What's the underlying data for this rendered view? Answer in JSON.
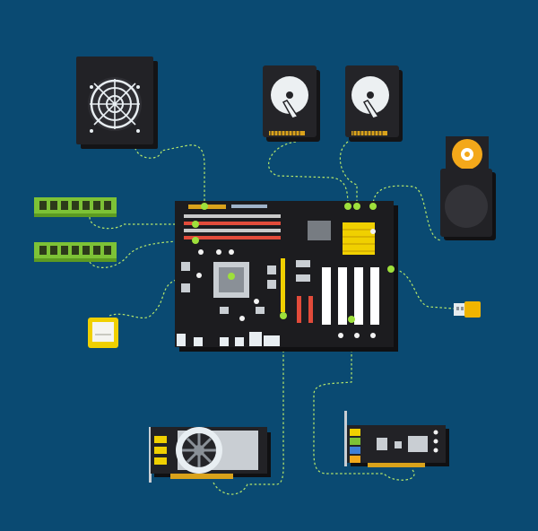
{
  "scene": {
    "background": "#0a4a72",
    "board_color": "#1c1c1f",
    "wire_color": "#b7e86a",
    "port_color": "#9ee03b",
    "ram_color": "#7dc236",
    "chip_color": "#f0d000",
    "fan_blade_color": "#e8eef2",
    "usb_color": "#f0b400",
    "optical_disc_color": "#f3a81a"
  },
  "components": [
    {
      "name": "cpu-cooler-fan",
      "icon": "fan-icon"
    },
    {
      "name": "hard-drive-1",
      "icon": "hard-drive-icon"
    },
    {
      "name": "hard-drive-2",
      "icon": "hard-drive-icon"
    },
    {
      "name": "optical-drive",
      "icon": "disc-drive-icon"
    },
    {
      "name": "ram-stick-1",
      "icon": "memory-icon"
    },
    {
      "name": "ram-stick-2",
      "icon": "memory-icon"
    },
    {
      "name": "cpu-chip",
      "icon": "processor-icon"
    },
    {
      "name": "motherboard",
      "icon": "motherboard-icon"
    },
    {
      "name": "usb-flash-drive",
      "icon": "usb-icon"
    },
    {
      "name": "graphics-card",
      "icon": "gpu-icon"
    },
    {
      "name": "sound-card",
      "icon": "expansion-card-icon"
    }
  ]
}
